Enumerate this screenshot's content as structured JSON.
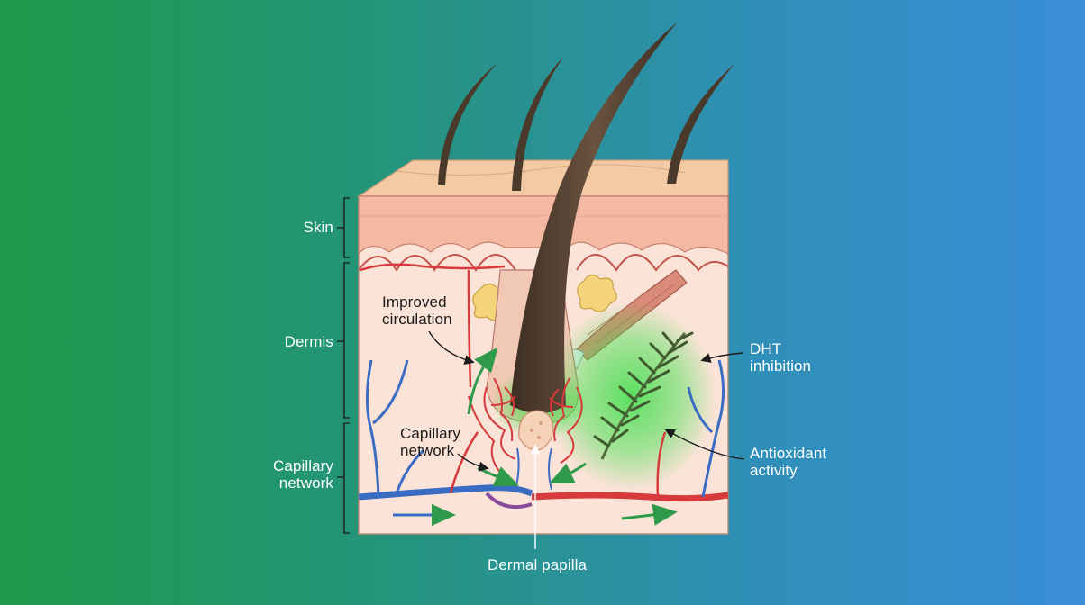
{
  "labels": {
    "skin": "Skin",
    "dermis": "Dermis",
    "capillary_left_line1": "Capillary",
    "capillary_left_line2": "network",
    "improved_line1": "Improved",
    "improved_line2": "circulation",
    "capillary_inner_line1": "Capillary",
    "capillary_inner_line2": "network",
    "dht_line1": "DHT",
    "dht_line2": "inhibition",
    "antioxidant_line1": "Antioxidant",
    "antioxidant_line2": "activity",
    "dermal_papilla": "Dermal papilla"
  },
  "colors": {
    "background_left": "#1e9a4a",
    "background_right": "#3a8ed8",
    "skin_surface": "#f5cfa8",
    "dermis": "#fbe3d8",
    "hair": "#4a3a2c",
    "artery": "#d63a3a",
    "vein": "#3a6cc4",
    "glow": "#3ee04a",
    "rosemary": "#4f6a3a",
    "arrow_green": "#2e9a4a"
  },
  "icons": {
    "rosemary": "rosemary-sprig-icon",
    "flow_arrow": "flow-arrow-icon"
  }
}
